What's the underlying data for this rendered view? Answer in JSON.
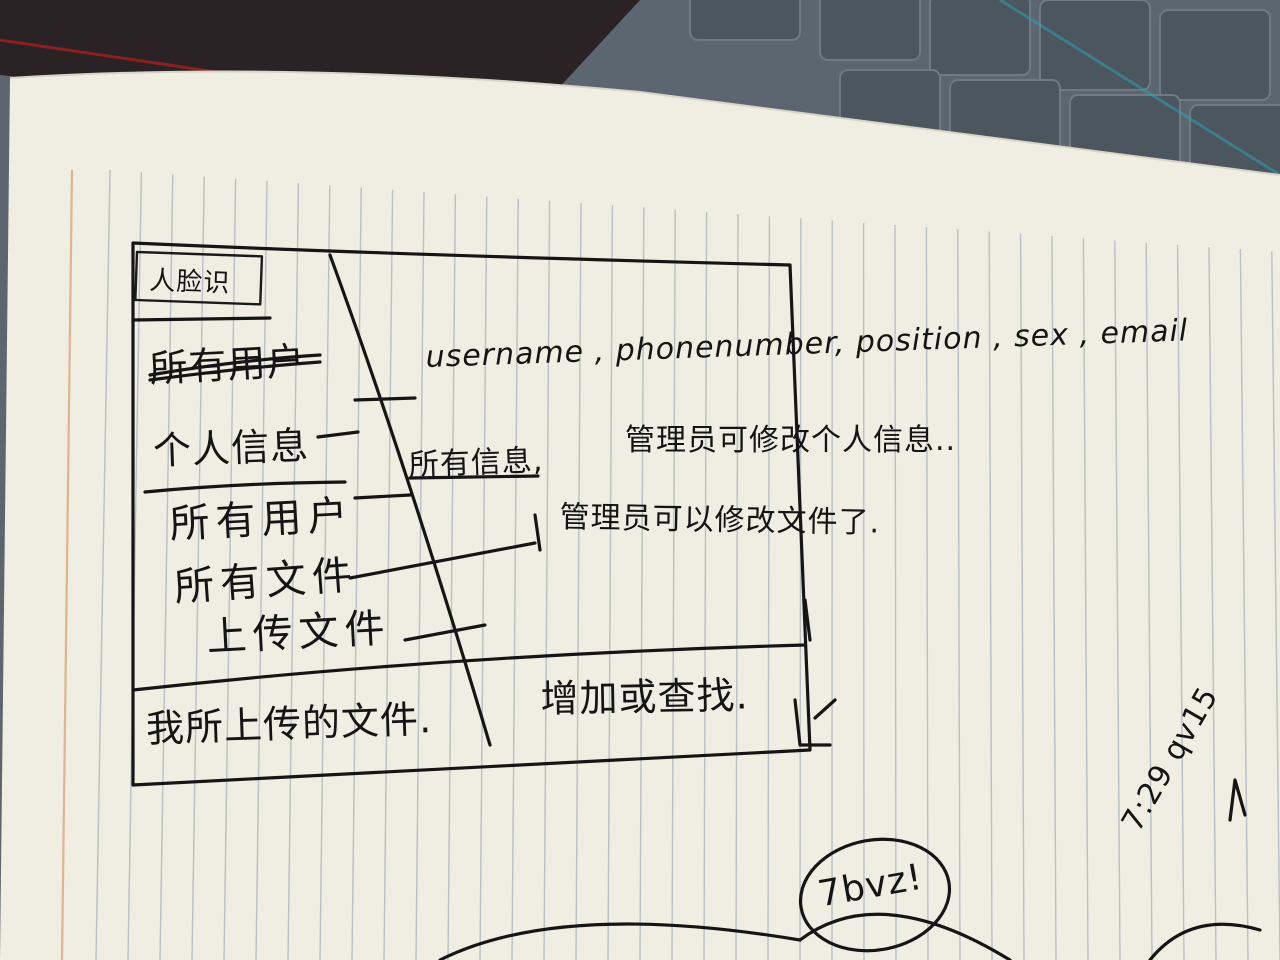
{
  "sketch": {
    "logo_text": "人脸识",
    "menu": {
      "item_struck": "所有用户",
      "item_personal_info": "个人信息",
      "item_all_users": "所有用户",
      "item_all_files": "所有文件",
      "item_upload_file": "上传文件"
    },
    "bottom_bar": {
      "my_uploads": "我所上传的文件.",
      "add_or_search": "增加或查找."
    },
    "annotations": {
      "personal_fields": "username , phonenumber, position , sex , email",
      "all_info": "所有信息,",
      "admin_edit_user": "管理员可修改个人信息..",
      "admin_edit_files": "管理员可以修改文件了."
    },
    "doodles": {
      "bubble_text": "7bvz!",
      "right_note": "7:29 qv15"
    }
  },
  "colors": {
    "paper": "#f0eee2",
    "ruled_line": "#b9bfc6",
    "margin_line": "#e0b48f",
    "ink": "#151515",
    "keyboard": "#5c6670",
    "laptop_lid": "#2a2224"
  }
}
